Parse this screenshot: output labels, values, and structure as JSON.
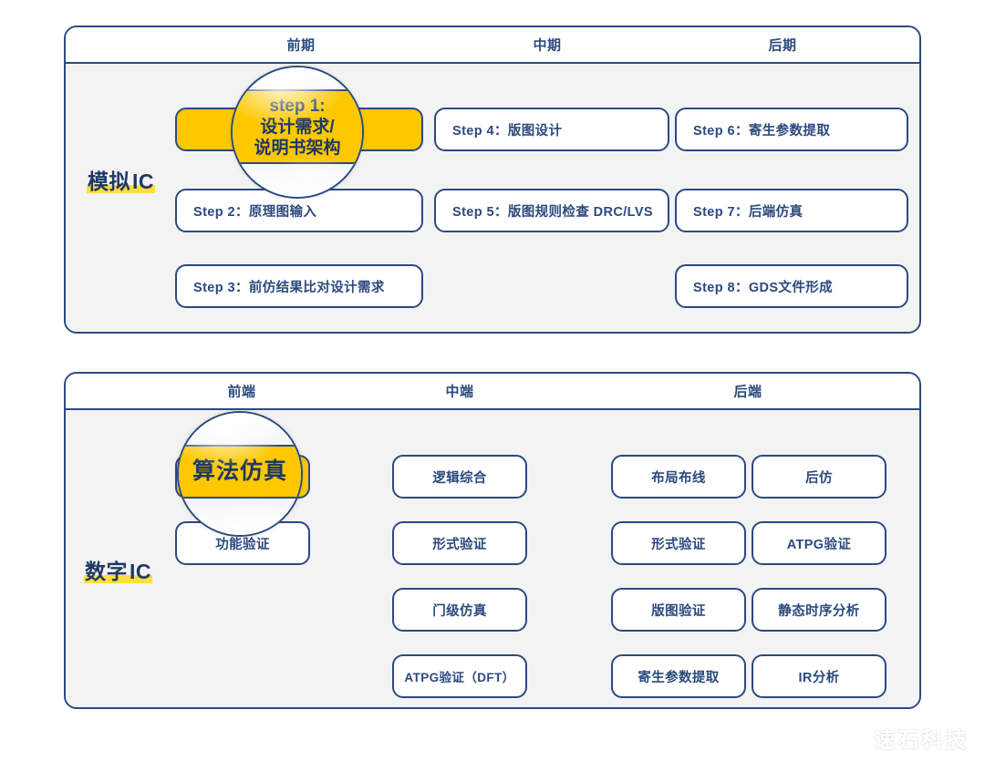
{
  "analog": {
    "section_label_1": "模拟",
    "section_label_2": "IC",
    "columns": [
      {
        "label": "前期"
      },
      {
        "label": "中期"
      },
      {
        "label": "后期"
      }
    ],
    "boxes": [
      {
        "id": "a-step1",
        "text": "Step 1:  设计需求/说明书架构",
        "col": 0,
        "row": 0,
        "highlight": true
      },
      {
        "id": "a-step2",
        "text": "Step 2：原理图输入",
        "col": 0,
        "row": 1,
        "highlight": false
      },
      {
        "id": "a-step3",
        "text": "Step 3：前仿结果比对设计需求",
        "col": 0,
        "row": 2,
        "highlight": false
      },
      {
        "id": "a-step4",
        "text": "Step 4：版图设计",
        "col": 1,
        "row": 0,
        "highlight": false
      },
      {
        "id": "a-step5",
        "text": "Step 5：版图规则检查 DRC/LVS",
        "col": 1,
        "row": 1,
        "highlight": false
      },
      {
        "id": "a-step6",
        "text": "Step 6：寄生参数提取",
        "col": 2,
        "row": 0,
        "highlight": false
      },
      {
        "id": "a-step7",
        "text": "Step 7：后端仿真",
        "col": 2,
        "row": 1,
        "highlight": false
      },
      {
        "id": "a-step8",
        "text": "Step 8：GDS文件形成",
        "col": 2,
        "row": 2,
        "highlight": false
      }
    ],
    "lens": {
      "line1": "step 1:",
      "line2": "设计需求/",
      "line3": "说明书架构"
    }
  },
  "digital": {
    "section_label_1": "数字",
    "section_label_2": "IC",
    "columns": [
      {
        "label": "前端"
      },
      {
        "label": "中端"
      },
      {
        "label": "后端"
      }
    ],
    "boxes": [
      {
        "id": "d-c1r1",
        "text": "算法仿真",
        "highlight": true
      },
      {
        "id": "d-c1r2",
        "text": "功能验证",
        "highlight": false
      },
      {
        "id": "d-c2r1",
        "text": "逻辑综合",
        "highlight": false
      },
      {
        "id": "d-c2r2",
        "text": "形式验证",
        "highlight": false
      },
      {
        "id": "d-c2r3",
        "text": "门级仿真",
        "highlight": false
      },
      {
        "id": "d-c2r4",
        "text": "ATPG验证（DFT）",
        "highlight": false
      },
      {
        "id": "d-c3r1",
        "text": "布局布线",
        "highlight": false
      },
      {
        "id": "d-c3r2",
        "text": "形式验证",
        "highlight": false
      },
      {
        "id": "d-c3r3",
        "text": "版图验证",
        "highlight": false
      },
      {
        "id": "d-c3r4",
        "text": "寄生参数提取",
        "highlight": false
      },
      {
        "id": "d-c4r1",
        "text": "后仿",
        "highlight": false
      },
      {
        "id": "d-c4r2",
        "text": "ATPG验证",
        "highlight": false
      },
      {
        "id": "d-c4r3",
        "text": "静态时序分析",
        "highlight": false
      },
      {
        "id": "d-c4r4",
        "text": "IR分析",
        "highlight": false
      }
    ],
    "lens": {
      "line1": "算法仿真"
    }
  },
  "watermark": {
    "text": "速石科技",
    "icon": "logo-icon"
  },
  "colors": {
    "border_navy": "#2b4a7e",
    "text_navy": "#1f3864",
    "highlight_yellow": "#fdc800",
    "marker_yellow": "#ffdf3a",
    "card_body": "#f3f3f3",
    "card_header": "#ffffff"
  }
}
